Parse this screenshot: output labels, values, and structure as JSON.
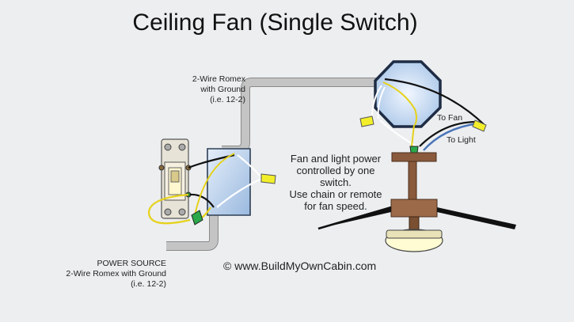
{
  "title": "Ceiling Fan (Single Switch)",
  "labels": {
    "romex_top_1": "2-Wire Romex",
    "romex_top_2": "with Ground",
    "romex_top_3": "(i.e. 12-2)",
    "power_1": "POWER SOURCE",
    "power_2": "2-Wire Romex with Ground",
    "power_3": "(i.e. 12-2)",
    "to_fan": "To Fan",
    "to_light": "To Light",
    "note_1": "Fan and light power",
    "note_2": "controlled by one",
    "note_3": "switch.",
    "note_4": "Use chain or remote",
    "note_5": "for fan speed.",
    "copyright": "© www.BuildMyOwnCabin.com"
  },
  "colors": {
    "background": "#eceef0",
    "cable": "#bfbfbf",
    "hot_wire": "#111111",
    "neutral_wire": "#ffffff",
    "ground_wire": "#e6d21a",
    "light_wire": "#4a74b8",
    "connector": "#f2ef2a",
    "ground_nut": "#2aa84a",
    "box_blue": "#c8dcf2",
    "fan_wood": "#8a5a3c"
  },
  "icons": {
    "switch": "single-pole-switch-icon",
    "switch_box": "switch-box-icon",
    "ceiling_box": "octagon-ceiling-box-icon",
    "fan": "ceiling-fan-icon"
  }
}
